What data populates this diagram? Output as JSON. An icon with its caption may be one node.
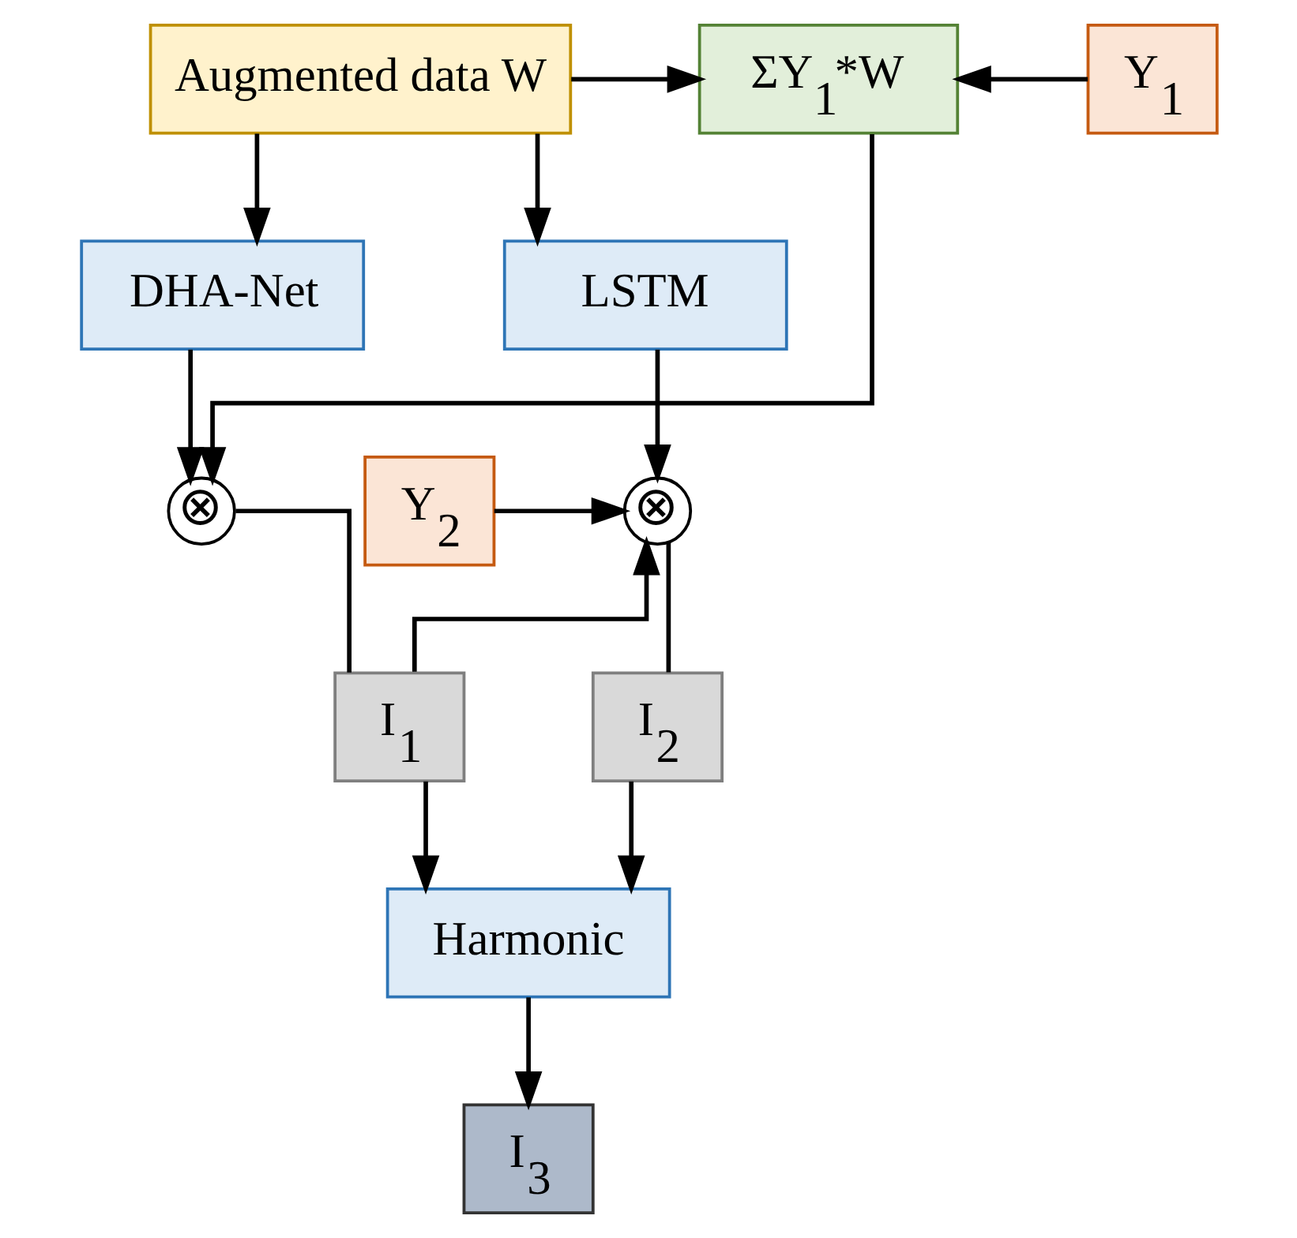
{
  "diagram": {
    "nodes": [
      {
        "text": [
          "Augmented data W"
        ]
      },
      {
        "text": [
          "ΣY$_{1}$*W"
        ]
      },
      {
        "text": [
          "Y$_{1}$"
        ]
      },
      {
        "text": [
          "DHA-Net"
        ]
      },
      {
        "text": [
          "LSTM"
        ]
      },
      {
        "text": [
          "⊗"
        ]
      },
      {
        "text": [
          "⊗"
        ]
      },
      {
        "text": [
          "Y$_{2}$"
        ]
      },
      {
        "text": [
          "I$_{1}$"
        ]
      },
      {
        "text": [
          "I$_{2}$"
        ]
      },
      {
        "text": [
          "Harmonic"
        ]
      },
      {
        "text": [
          "I$_{3}$"
        ]
      }
    ],
    "edges": [
      {
        "from": 0,
        "to": 1,
        "arrow": "to"
      },
      {
        "from": 2,
        "to": 1,
        "arrow": "to"
      },
      {
        "from": 0,
        "to": 3,
        "arrow": "to"
      },
      {
        "from": 0,
        "to": 4,
        "arrow": "to"
      },
      {
        "from": 1,
        "to": 5,
        "arrow": "to"
      },
      {
        "from": 3,
        "to": 5,
        "arrow": "to"
      },
      {
        "from": 4,
        "to": 6,
        "arrow": "to"
      },
      {
        "from": 7,
        "to": 6,
        "arrow": "to"
      },
      {
        "from": 8,
        "to": 6,
        "arrow": "to"
      },
      {
        "from": 5,
        "to": 8,
        "arrow": "none"
      },
      {
        "from": 6,
        "to": 9,
        "arrow": "none"
      },
      {
        "from": 8,
        "to": 10,
        "arrow": "to"
      },
      {
        "from": 9,
        "to": 10,
        "arrow": "to"
      },
      {
        "from": 10,
        "to": 11,
        "arrow": "to"
      }
    ]
  }
}
